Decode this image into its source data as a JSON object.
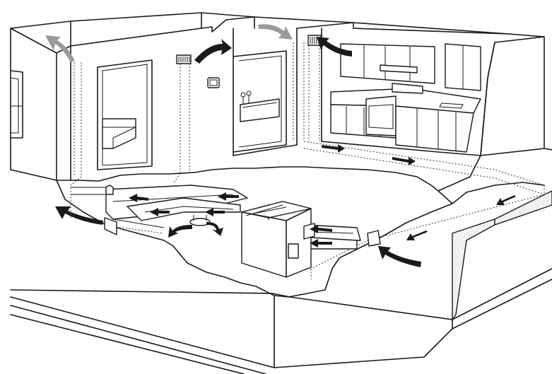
{
  "colors": {
    "line": "#1a1a1a",
    "supply_arrow": "#1a1a1a",
    "exhaust_arrow": "#9a9a9a",
    "background": "#ffffff"
  },
  "icons": {
    "supply_arrow": "curved-black-arrow",
    "exhaust_arrow": "curved-gray-arrow",
    "duct_arrow": "straight-black-arrow"
  }
}
